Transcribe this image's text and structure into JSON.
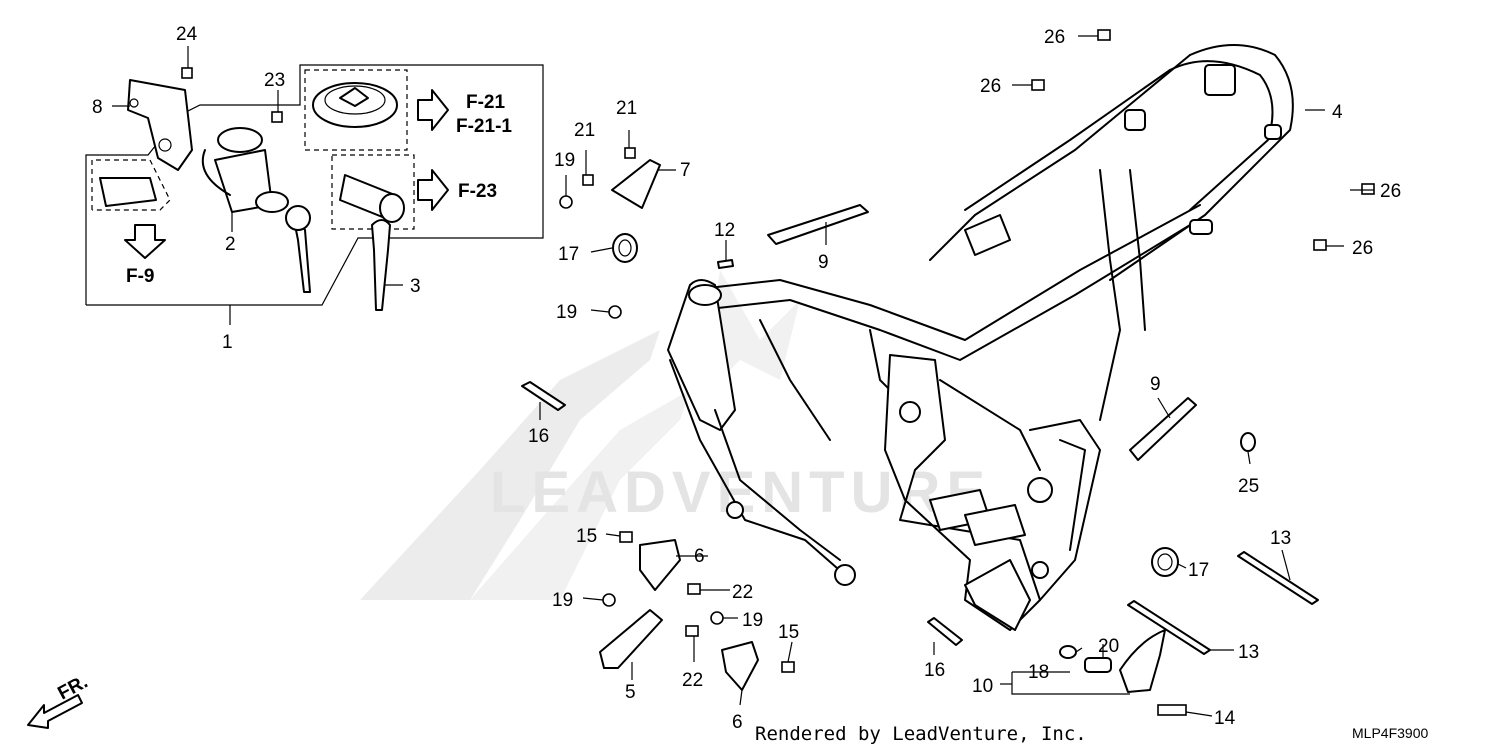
{
  "callouts": {
    "c1": "1",
    "c2": "2",
    "c3": "3",
    "c4": "4",
    "c5": "5",
    "c6a": "6",
    "c6b": "6",
    "c7": "7",
    "c8": "8",
    "c9a": "9",
    "c9b": "9",
    "c10": "10",
    "c12": "12",
    "c13a": "13",
    "c13b": "13",
    "c14": "14",
    "c15a": "15",
    "c15b": "15",
    "c16a": "16",
    "c16b": "16",
    "c17a": "17",
    "c17b": "17",
    "c18": "18",
    "c19a": "19",
    "c19b": "19",
    "c19c": "19",
    "c19d": "19",
    "c20": "20",
    "c21a": "21",
    "c21b": "21",
    "c22a": "22",
    "c22b": "22",
    "c23": "23",
    "c24": "24",
    "c25": "25",
    "c26a": "26",
    "c26b": "26",
    "c26c": "26",
    "c26d": "26"
  },
  "references": {
    "fuel_cap": "F-21",
    "fuel_cap_alt": "F-21-1",
    "lock_cylinder": "F-23",
    "seat_lock": "F-9"
  },
  "direction_label": "FR.",
  "watermark": "LEADVENTURE",
  "footer": {
    "credit": "Rendered by LeadVenture, Inc.",
    "diagram_code": "MLP4F3900"
  }
}
